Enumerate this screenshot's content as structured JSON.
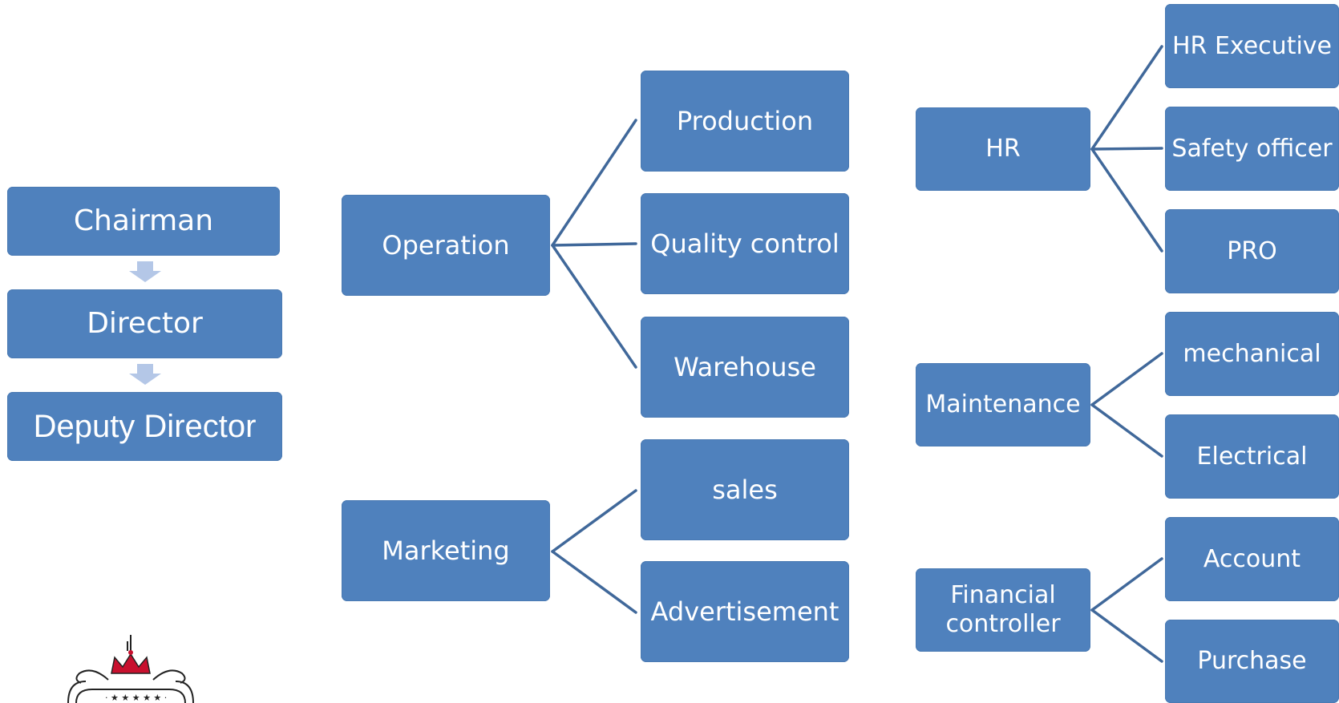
{
  "hierarchy": {
    "chairman": "Chairman",
    "director": "Director",
    "deputy_director": "Deputy Director"
  },
  "operation": {
    "label": "Operation",
    "children": [
      "Production",
      "Quality control",
      "Warehouse"
    ]
  },
  "marketing": {
    "label": "Marketing",
    "children": [
      "sales",
      "Advertisement"
    ]
  },
  "hr": {
    "label": "HR",
    "children": [
      "HR Executive",
      "Safety officer",
      "PRO"
    ]
  },
  "maintenance": {
    "label": "Maintenance",
    "children": [
      "mechanical",
      "Electrical"
    ]
  },
  "financial": {
    "label": "Financial controller",
    "children": [
      "Account",
      "Purchase"
    ]
  },
  "colors": {
    "box_fill": "#4f81bd",
    "connector": "#40689a",
    "arrow": "#b4c7e7"
  },
  "logo": {
    "icon": "crown-emblem-icon"
  }
}
